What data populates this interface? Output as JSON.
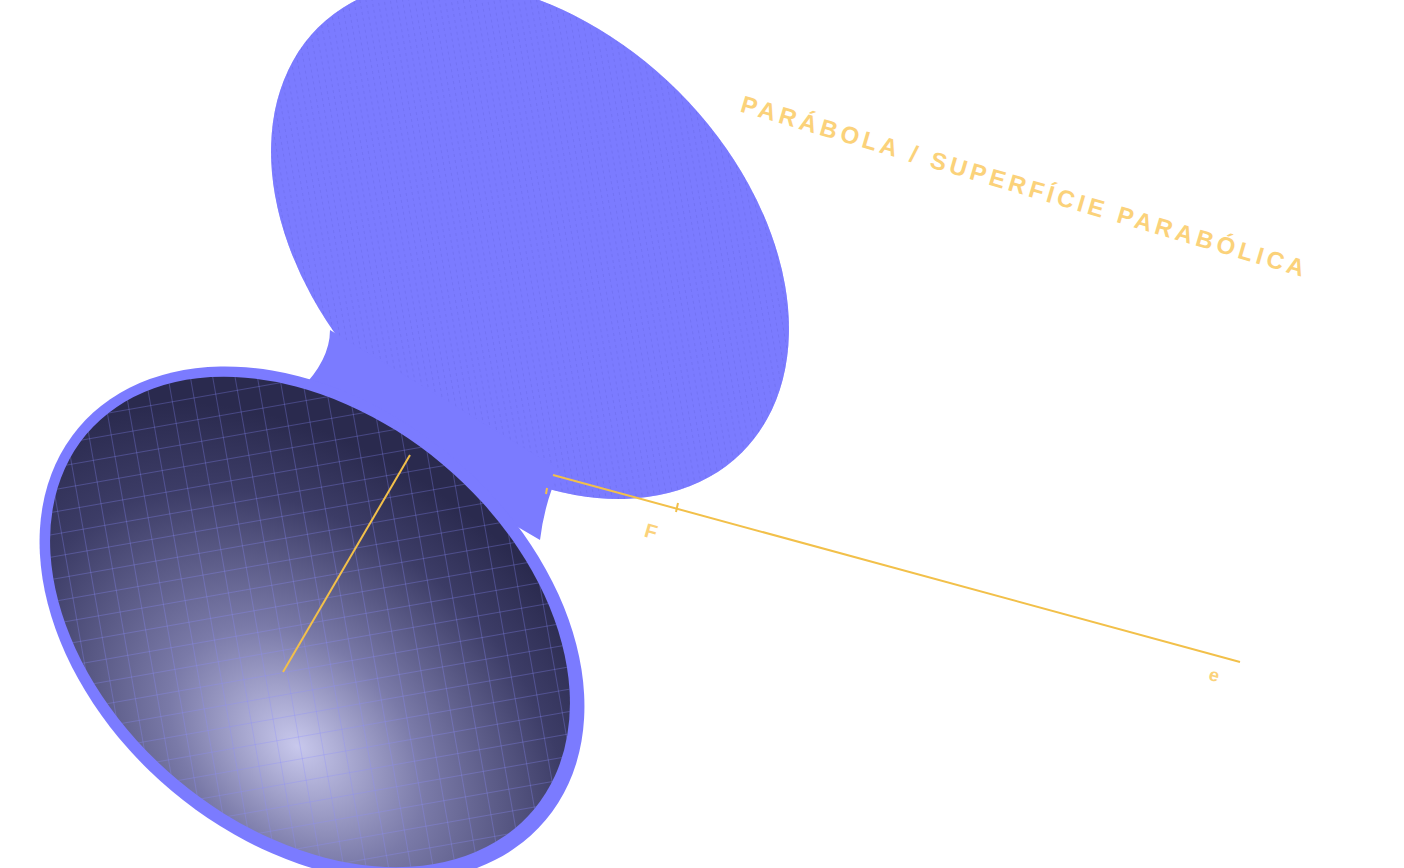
{
  "diagram": {
    "labels": [
      "PARÁBOLA / SUPERFÍCIE PARABÓLICA",
      "F",
      "e"
    ]
  }
}
